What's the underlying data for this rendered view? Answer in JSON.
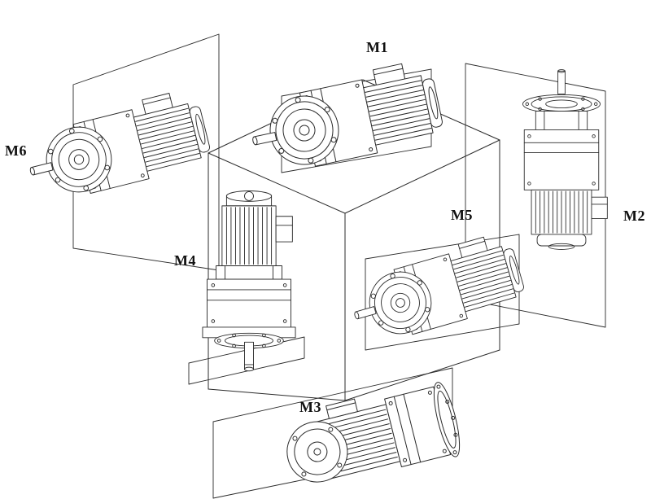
{
  "diagram": {
    "kind": "gearmotor-mounting-positions",
    "positions": [
      "M1",
      "M2",
      "M3",
      "M4",
      "M5",
      "M6"
    ]
  },
  "labels": {
    "m1": "M1",
    "m2": "M2",
    "m3": "M3",
    "m4": "M4",
    "m5": "M5",
    "m6": "M6"
  },
  "colors": {
    "background": "#ffffff",
    "line": "#2b2b2b",
    "label_text": "#111111"
  }
}
